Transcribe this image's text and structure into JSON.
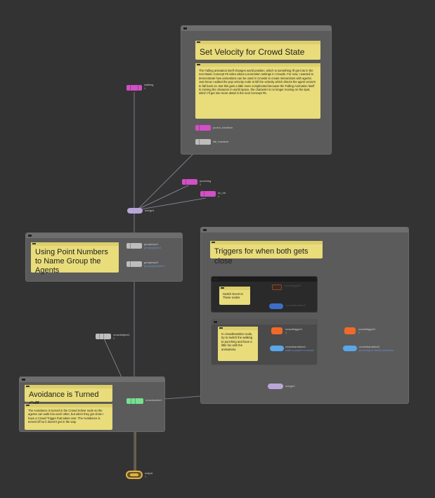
{
  "colors": {
    "background": "#333333",
    "network_box": "#5b5b5b",
    "sticky": "#e9dc7a",
    "node_magenta": "#d34fc6",
    "node_grey": "#bdbdbd",
    "node_green": "#78e08f",
    "node_orange": "#ef6a2a",
    "node_blue": "#5aa6e8",
    "node_lilac": "#b9a6d8",
    "node_output": "#e0b34a",
    "wire": "#8f8fa6",
    "wire_dark": "#6e7fa0"
  },
  "boxes": {
    "velocity": {
      "title": "Set Velocity for Crowd State",
      "note": "The Falling animation itself changes world position, which is something I'll get into in the next Basic Concept #5 video about Locomotion settings in Crowds. For now, I wanted to demonstrate how animations can be used in Crowds to create interactions with agents. Just know I added the pop velocity node to kill the velocity which directs the agent vectors to fall back on. But this gets a little more complicated because the Falling Animation itself is moving the character in world space, the character is no longer moving on the spot, which I'll get into more detail in the next Concept #5."
    },
    "groups": {
      "title": "Using Point Numbers to Name Group the Agents"
    },
    "triggers": {
      "title": "Triggers for when both gets close",
      "sticky_switch": "Switch Event to These nodes",
      "sticky_crowdtransition": "In crowdtransition node, try to switch the walking to punching and have a little fun with the animations."
    },
    "avoidance": {
      "title": "Avoidance is Turned Off",
      "note": "The Avoidance is turned in the Crowd Solver node so the agents can walk into each other, but when they get close I have a Crowd Trigger that takes over. The Avoidance is turned off so it doesn't get in the way."
    }
  },
  "nodes": {
    "walking": {
      "name": "walking",
      "sub": "8"
    },
    "punch_fowdium": {
      "name": "punch_fowdium",
      "sub": ""
    },
    "fall_fowdium": {
      "name": "fall_fowdium",
      "sub": ""
    },
    "punching": {
      "name": "punching",
      "sub": "8"
    },
    "on_hit": {
      "name": "on_hit",
      "sub": "8"
    },
    "merge1": {
      "name": "merge1",
      "sub": ""
    },
    "groupexpr1": {
      "name": "groupexpr1",
      "sub": "groupagents1"
    },
    "groupexpr2": {
      "name": "groupexpr2",
      "sub": "groupagentsitem"
    },
    "crowdobject1": {
      "name": "crowdobject1",
      "sub": "8"
    },
    "switch_top": {
      "name": "crowdtrigger3",
      "sub": ""
    },
    "switch_bottom": {
      "name": "crowdtransition3",
      "sub": ""
    },
    "crowdtrigger1": {
      "name": "crowdtrigger1",
      "sub": "8"
    },
    "crowdtransition1": {
      "name": "crowdtransition1",
      "sub": "walk to punch in crowd"
    },
    "crowdtrigger2": {
      "name": "crowdtrigger2",
      "sub": "8"
    },
    "crowdtransition2": {
      "name": "crowdtransition2",
      "sub": "punching to death transition"
    },
    "merge2": {
      "name": "merge2",
      "sub": ""
    },
    "crowdsolver1": {
      "name": "crowdsolver1",
      "sub": ""
    },
    "output": {
      "name": "output",
      "sub": "0"
    }
  }
}
